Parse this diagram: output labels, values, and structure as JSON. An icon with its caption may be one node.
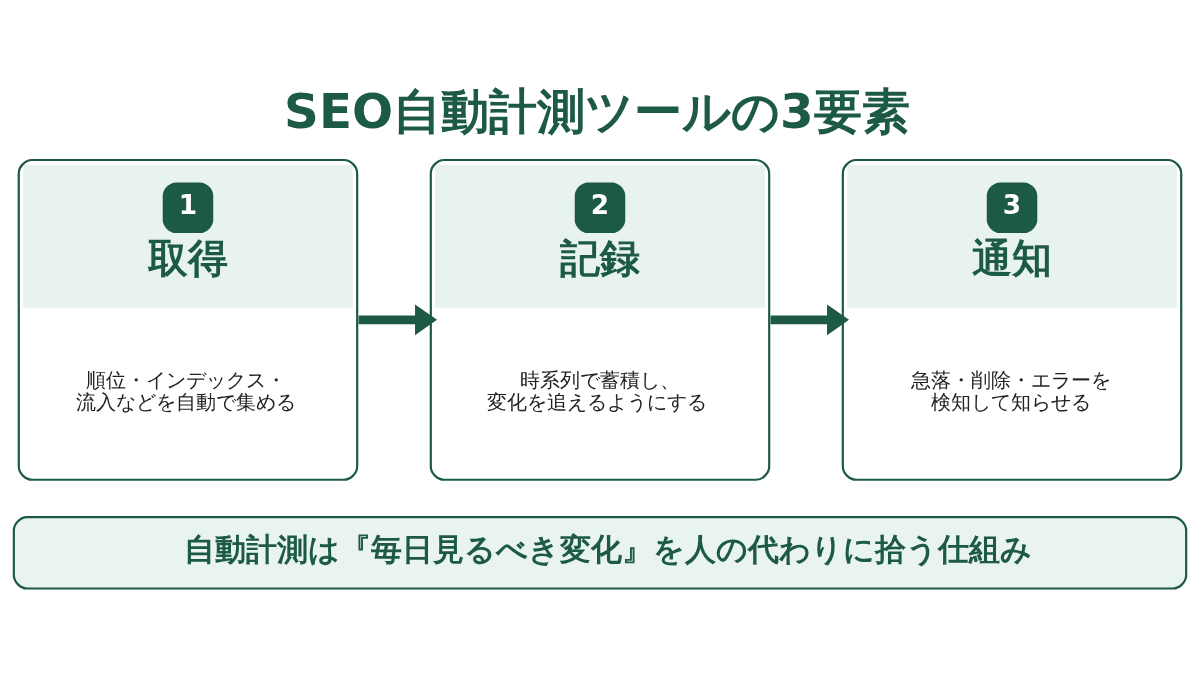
{
  "diagram": {
    "title": "SEO自動計測ツールの3要素",
    "nodes": [
      {
        "text": [
          "1",
          "取得",
          "順位・インデックス・流入などを自動で集める"
        ]
      },
      {
        "text": [
          "2",
          "記録",
          "時系列で蓄積し、変化を追えるようにする"
        ]
      },
      {
        "text": [
          "3",
          "通知",
          "急落・削除・エラーを検知して知らせる"
        ]
      },
      {
        "text": [
          "自動計測は『毎日見るべき変化』を人の代わりに拾う仕組み"
        ]
      }
    ],
    "edges": [
      {
        "from": 0,
        "to": 1,
        "arrow": "to"
      },
      {
        "from": 1,
        "to": 2,
        "arrow": "to"
      }
    ]
  }
}
